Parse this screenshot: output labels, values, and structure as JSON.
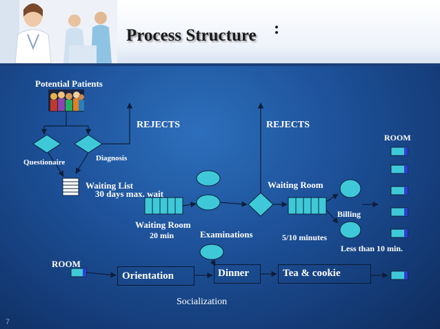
{
  "slide": {
    "title": "Process Structure",
    "title_colon": ":",
    "page_number": "7"
  },
  "labels": {
    "potential_patients": "Potential Patients",
    "rejects_left": "REJECTS",
    "rejects_right": "REJECTS",
    "room_top": "ROOM",
    "questionaire": "Questionaire",
    "diagnosis": "Diagnosis",
    "waiting_list": "Waiting List",
    "waiting_list_note": "30 days max. wait",
    "waiting_room_right": "Waiting Room",
    "billing": "Billing",
    "waiting_room_left": "Waiting Room",
    "waiting_room_left_time": "20 min",
    "examinations": "Examinations",
    "exam_time": "5/10 minutes",
    "billing_time": "Less than 10 min.",
    "room_bottom": "ROOM",
    "orientation": "Orientation",
    "dinner": "Dinner",
    "tea_cookie": "Tea & cookie",
    "socialization": "Socialization"
  },
  "colors": {
    "shape_fill": "#3fc9d8",
    "arrow": "#0d1e3a",
    "room_end": "#2b3fd6",
    "title": "#1a1a1a"
  }
}
